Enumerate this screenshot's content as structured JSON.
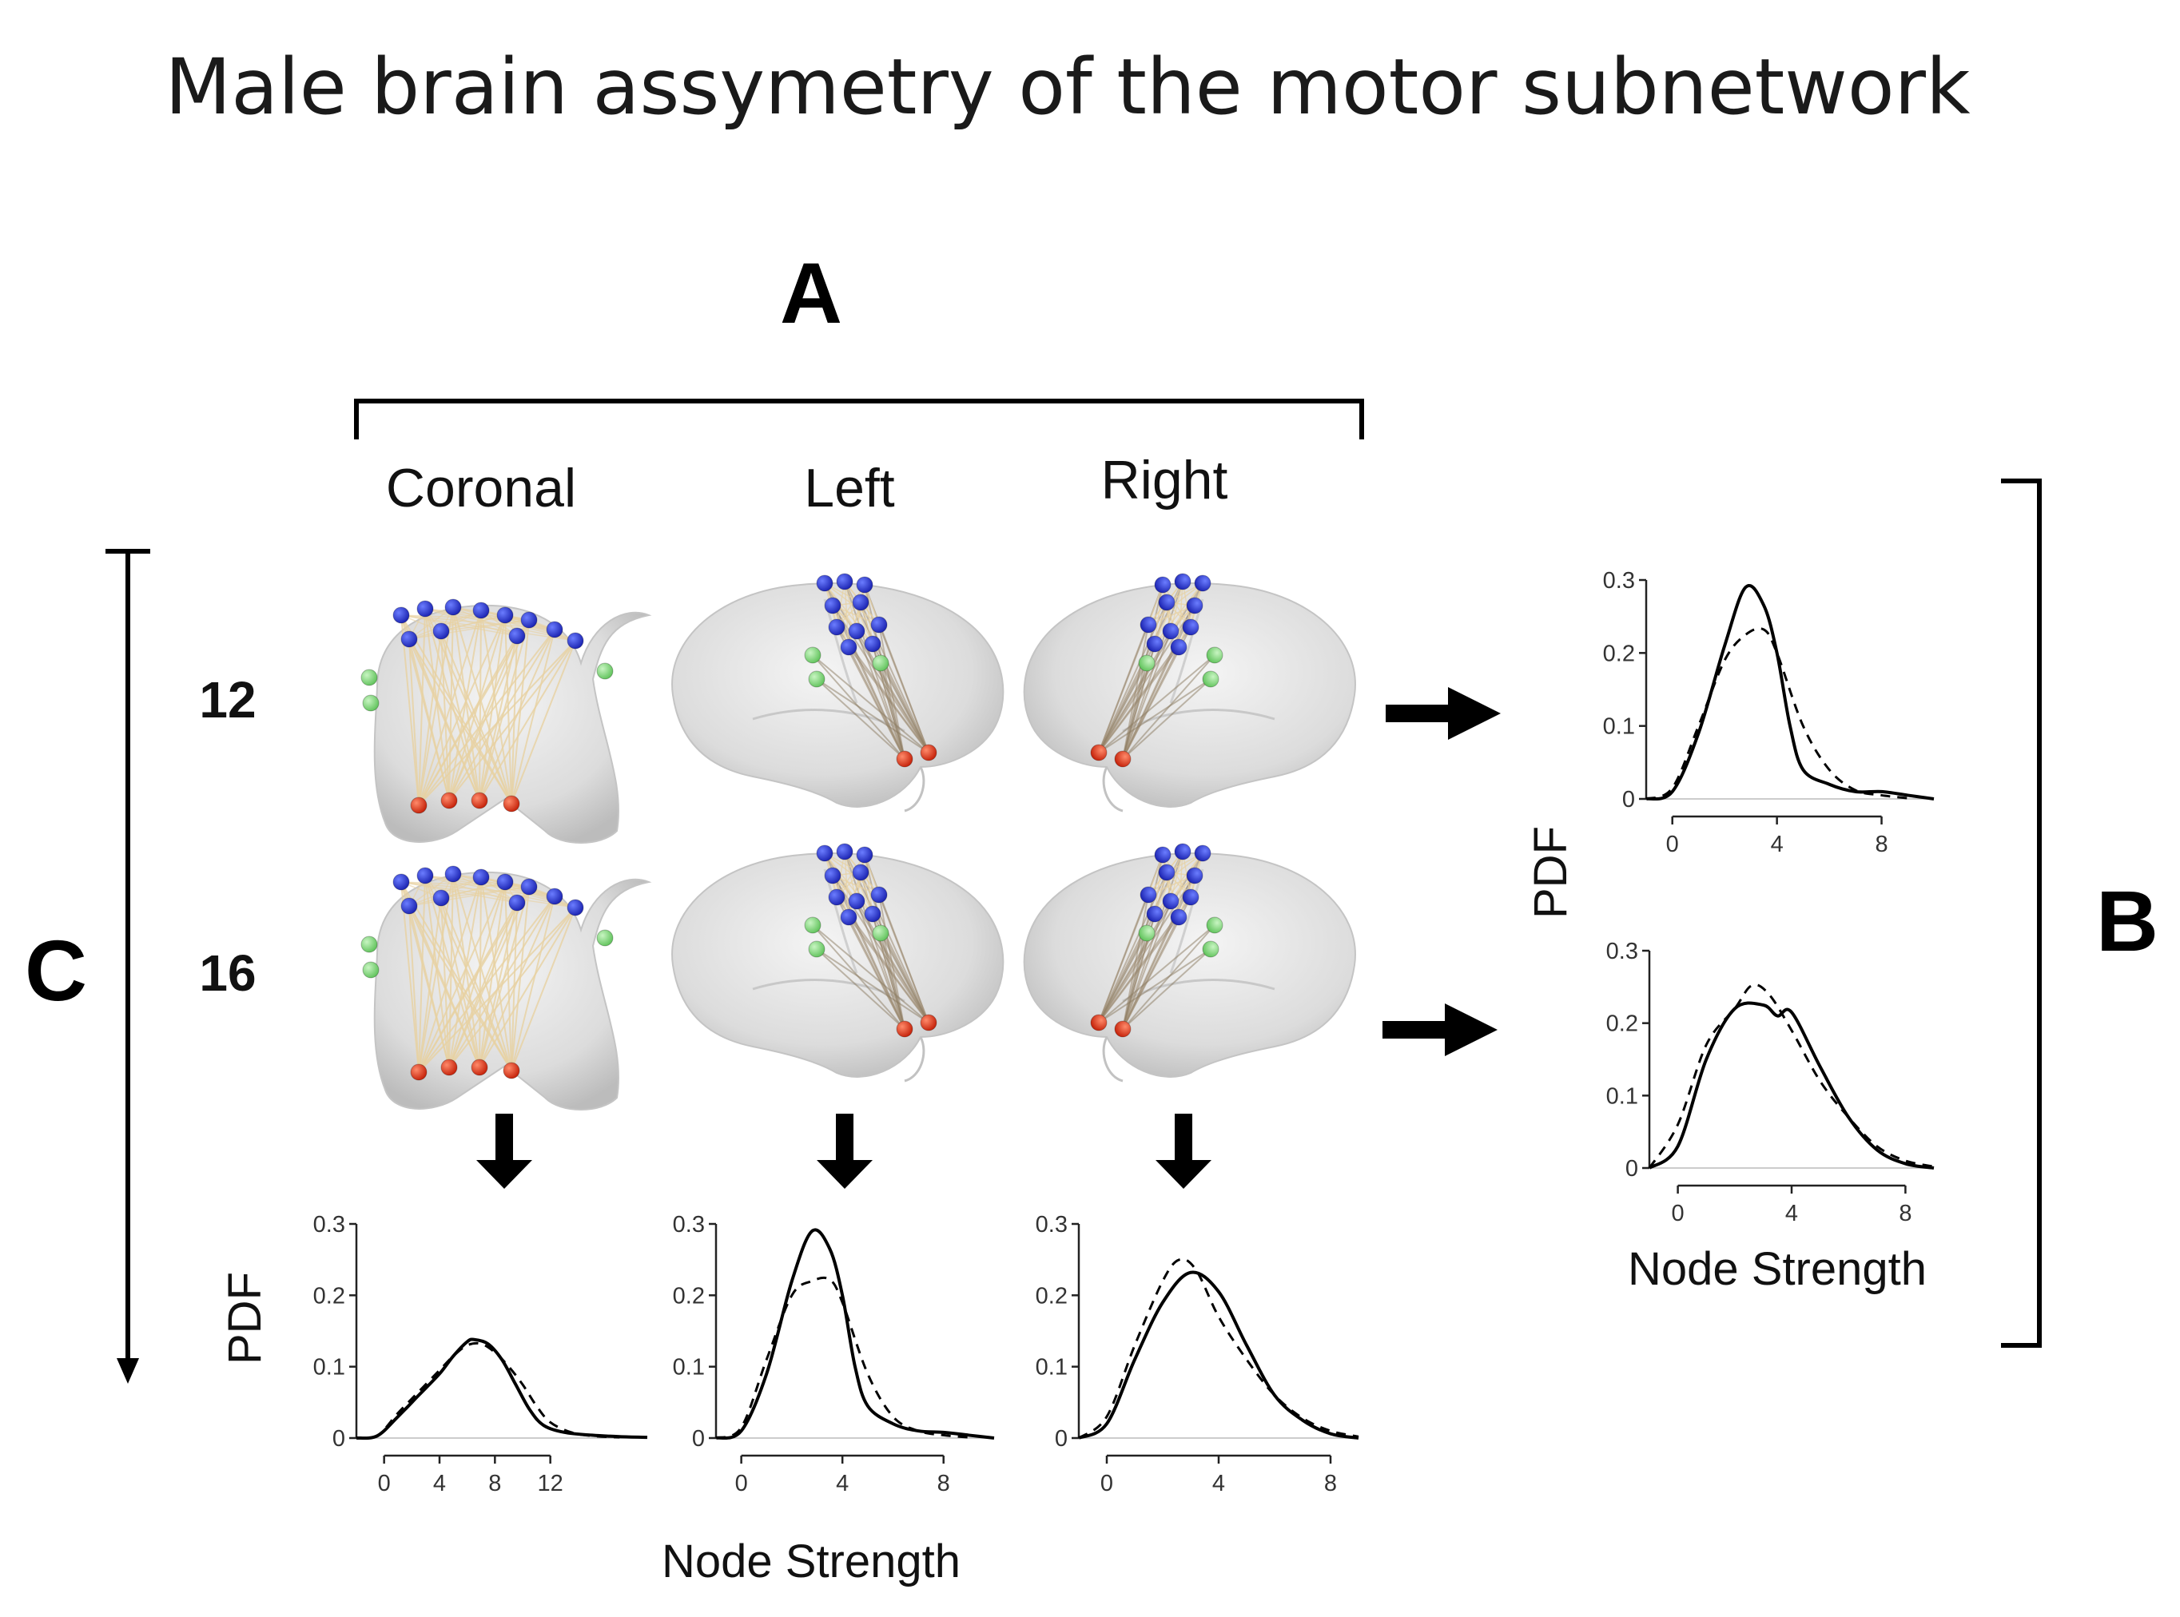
{
  "figure": {
    "title": "Male brain assymetry of the motor subnetwork",
    "panels": {
      "a": "A",
      "b": "B",
      "c": "C"
    },
    "views": [
      "Coronal",
      "Left",
      "Right"
    ],
    "rows": [
      "12",
      "16"
    ],
    "y_axis_label": "PDF",
    "x_axis_label": "Node Strength",
    "colors": {
      "motor_nodes": "#1f2fd0",
      "mid_nodes": "#7ed67a",
      "base_nodes": "#e0300f",
      "edges": "#e8d2a2",
      "brain": "#d9d9d9",
      "curves": "#000000"
    }
  },
  "chart_data": [
    {
      "id": "coronal",
      "type": "line",
      "xlim": [
        -2,
        19
      ],
      "ylim": [
        0,
        0.3
      ],
      "x_ticks": [
        0,
        4,
        8,
        12
      ],
      "y_ticks": [
        0,
        0.1,
        0.2,
        0.3
      ],
      "series": [
        {
          "style": "solid",
          "points": [
            [
              -2,
              0.0
            ],
            [
              -0.5,
              0.003
            ],
            [
              1,
              0.03
            ],
            [
              2.5,
              0.06
            ],
            [
              4,
              0.09
            ],
            [
              5,
              0.115
            ],
            [
              6,
              0.135
            ],
            [
              6.5,
              0.138
            ],
            [
              7.5,
              0.132
            ],
            [
              8.5,
              0.11
            ],
            [
              9.5,
              0.075
            ],
            [
              10.5,
              0.04
            ],
            [
              11.5,
              0.018
            ],
            [
              13,
              0.008
            ],
            [
              15,
              0.004
            ],
            [
              17,
              0.002
            ],
            [
              19,
              0.001
            ]
          ]
        },
        {
          "style": "dashed",
          "points": [
            [
              -2,
              0.0
            ],
            [
              -0.5,
              0.003
            ],
            [
              1,
              0.035
            ],
            [
              2.5,
              0.065
            ],
            [
              4,
              0.095
            ],
            [
              5,
              0.115
            ],
            [
              6,
              0.13
            ],
            [
              7,
              0.132
            ],
            [
              8,
              0.12
            ],
            [
              9,
              0.1
            ],
            [
              10,
              0.075
            ],
            [
              11,
              0.045
            ],
            [
              12,
              0.022
            ],
            [
              13.5,
              0.008
            ],
            [
              15,
              0.003
            ],
            [
              17,
              0.001
            ]
          ]
        }
      ]
    },
    {
      "id": "left",
      "type": "line",
      "xlim": [
        -1,
        10
      ],
      "ylim": [
        0,
        0.3
      ],
      "x_ticks": [
        0,
        4,
        8
      ],
      "y_ticks": [
        0,
        0.1,
        0.2,
        0.3
      ],
      "series": [
        {
          "style": "solid",
          "points": [
            [
              -1,
              0.0
            ],
            [
              0,
              0.01
            ],
            [
              1,
              0.09
            ],
            [
              2,
              0.22
            ],
            [
              2.8,
              0.29
            ],
            [
              3.5,
              0.265
            ],
            [
              4,
              0.2
            ],
            [
              4.5,
              0.1
            ],
            [
              5,
              0.045
            ],
            [
              6,
              0.02
            ],
            [
              7,
              0.01
            ],
            [
              8,
              0.008
            ],
            [
              9,
              0.004
            ],
            [
              10,
              0.0
            ]
          ]
        },
        {
          "style": "dashed",
          "points": [
            [
              -1,
              0.0
            ],
            [
              0,
              0.015
            ],
            [
              1,
              0.11
            ],
            [
              2,
              0.2
            ],
            [
              2.8,
              0.22
            ],
            [
              3.5,
              0.222
            ],
            [
              4,
              0.19
            ],
            [
              5,
              0.09
            ],
            [
              6,
              0.03
            ],
            [
              7,
              0.01
            ],
            [
              8,
              0.004
            ],
            [
              9,
              0.001
            ]
          ]
        }
      ]
    },
    {
      "id": "right",
      "type": "line",
      "xlim": [
        -1,
        9
      ],
      "ylim": [
        0,
        0.3
      ],
      "x_ticks": [
        0,
        4,
        8
      ],
      "y_ticks": [
        0,
        0.1,
        0.2,
        0.3
      ],
      "series": [
        {
          "style": "solid",
          "points": [
            [
              -1,
              0.0
            ],
            [
              0,
              0.02
            ],
            [
              1,
              0.11
            ],
            [
              2,
              0.19
            ],
            [
              3,
              0.232
            ],
            [
              4,
              0.205
            ],
            [
              5,
              0.13
            ],
            [
              6,
              0.06
            ],
            [
              7,
              0.025
            ],
            [
              8,
              0.006
            ],
            [
              9,
              0.0
            ]
          ]
        },
        {
          "style": "dashed",
          "points": [
            [
              -1,
              0.0
            ],
            [
              0,
              0.03
            ],
            [
              1,
              0.13
            ],
            [
              2,
              0.22
            ],
            [
              2.6,
              0.25
            ],
            [
              3.2,
              0.235
            ],
            [
              4,
              0.17
            ],
            [
              5,
              0.11
            ],
            [
              6,
              0.06
            ],
            [
              7,
              0.028
            ],
            [
              8,
              0.01
            ],
            [
              9,
              0.002
            ]
          ]
        }
      ]
    },
    {
      "id": "row12",
      "type": "line",
      "xlim": [
        -1,
        10
      ],
      "ylim": [
        0,
        0.3
      ],
      "x_ticks": [
        0,
        4,
        8
      ],
      "y_ticks": [
        0,
        0.1,
        0.2,
        0.3
      ],
      "series": [
        {
          "style": "solid",
          "points": [
            [
              -1,
              0.0
            ],
            [
              0,
              0.01
            ],
            [
              1,
              0.09
            ],
            [
              2,
              0.21
            ],
            [
              2.8,
              0.29
            ],
            [
              3.5,
              0.265
            ],
            [
              4,
              0.2
            ],
            [
              4.5,
              0.1
            ],
            [
              5,
              0.04
            ],
            [
              6,
              0.02
            ],
            [
              7,
              0.01
            ],
            [
              8,
              0.01
            ],
            [
              9,
              0.005
            ],
            [
              10,
              0.0
            ]
          ]
        },
        {
          "style": "dashed",
          "points": [
            [
              -1,
              0.0
            ],
            [
              0,
              0.015
            ],
            [
              1,
              0.1
            ],
            [
              2,
              0.19
            ],
            [
              2.8,
              0.225
            ],
            [
              3.5,
              0.232
            ],
            [
              4,
              0.2
            ],
            [
              5,
              0.1
            ],
            [
              6,
              0.04
            ],
            [
              7,
              0.012
            ],
            [
              8,
              0.005
            ],
            [
              9,
              0.001
            ]
          ]
        }
      ]
    },
    {
      "id": "row16",
      "type": "line",
      "xlim": [
        -1,
        9
      ],
      "ylim": [
        0,
        0.3
      ],
      "x_ticks": [
        0,
        4,
        8
      ],
      "y_ticks": [
        0,
        0.1,
        0.2,
        0.3
      ],
      "series": [
        {
          "style": "solid",
          "points": [
            [
              -1,
              0.0
            ],
            [
              0,
              0.03
            ],
            [
              1,
              0.15
            ],
            [
              2,
              0.22
            ],
            [
              3,
              0.225
            ],
            [
              3.5,
              0.21
            ],
            [
              4,
              0.215
            ],
            [
              5,
              0.14
            ],
            [
              6,
              0.07
            ],
            [
              7,
              0.025
            ],
            [
              8,
              0.006
            ],
            [
              9,
              0.0
            ]
          ]
        },
        {
          "style": "dashed",
          "points": [
            [
              -1,
              0.0
            ],
            [
              0,
              0.06
            ],
            [
              1,
              0.17
            ],
            [
              2,
              0.22
            ],
            [
              2.6,
              0.252
            ],
            [
              3.2,
              0.24
            ],
            [
              4,
              0.19
            ],
            [
              5,
              0.12
            ],
            [
              6,
              0.07
            ],
            [
              7,
              0.03
            ],
            [
              8,
              0.01
            ],
            [
              9,
              0.002
            ]
          ]
        }
      ]
    }
  ]
}
